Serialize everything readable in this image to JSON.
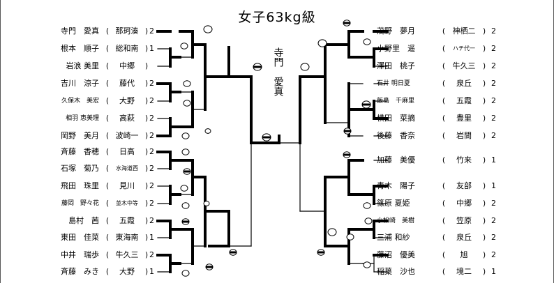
{
  "title": "女子63kg級",
  "champion": {
    "surname": "寺門",
    "given": "愛真"
  },
  "left": [
    {
      "name": "寺門　愛真",
      "team": "那珂湊",
      "score": "2"
    },
    {
      "name": "根本　順子",
      "team": "総和南",
      "score": "1"
    },
    {
      "name": "岩浪 美里",
      "team": "中郷",
      "score": ""
    },
    {
      "name": "吉川　涼子",
      "team": "藤代",
      "score": "2"
    },
    {
      "name": "久保木　美宏",
      "team": "大野",
      "score": "2"
    },
    {
      "name": "相羽 恵美理",
      "team": "高萩",
      "score": "2"
    },
    {
      "name": "岡野　美月",
      "team": "波崎一",
      "score": "2"
    },
    {
      "name": "斉藤　香穂",
      "team": "日高",
      "score": "2"
    },
    {
      "name": "石塚　菊乃",
      "team": "水海道西",
      "score": "2"
    },
    {
      "name": "飛田　珠里",
      "team": "見川",
      "score": "2"
    },
    {
      "name": "藤岡　野々花",
      "team": "並木中等",
      "score": "2"
    },
    {
      "name": "島村　茜",
      "team": "五霞",
      "score": "2"
    },
    {
      "name": "東田　佳菜",
      "team": "東海南",
      "score": "1"
    },
    {
      "name": "中井　瑞歩",
      "team": "牛久三",
      "score": "2"
    },
    {
      "name": "斉藤　みき",
      "team": "大野",
      "score": "1"
    }
  ],
  "right": [
    {
      "name": "茂野　夢月",
      "team": "神栖二",
      "score": "2"
    },
    {
      "name": "小野里　遥",
      "team": "ハチ代一",
      "score": "2"
    },
    {
      "name": "澤田　桃子",
      "team": "牛久三",
      "score": "2"
    },
    {
      "name": "石井 明日夏",
      "team": "泉丘",
      "score": "2"
    },
    {
      "name": "飯島　千麻里",
      "team": "五霞",
      "score": "2"
    },
    {
      "name": "横田　菜摘",
      "team": "豊里",
      "score": "2"
    },
    {
      "name": "後藤　香奈",
      "team": "岩間",
      "score": "2"
    },
    {
      "name": "加藤　美優",
      "team": "竹来",
      "score": "1"
    },
    {
      "name": "青木　陽子",
      "team": "友部",
      "score": "1"
    },
    {
      "name": "篠原 夏姫",
      "team": "中郷",
      "score": "2"
    },
    {
      "name": "小松崎　美樹",
      "team": "笠原",
      "score": "2"
    },
    {
      "name": "三浦 和紗",
      "team": "泉丘",
      "score": "2"
    },
    {
      "name": "藤沼　優美",
      "team": "旭",
      "score": "2"
    },
    {
      "name": "稲葉　沙也",
      "team": "境二",
      "score": "1"
    }
  ]
}
